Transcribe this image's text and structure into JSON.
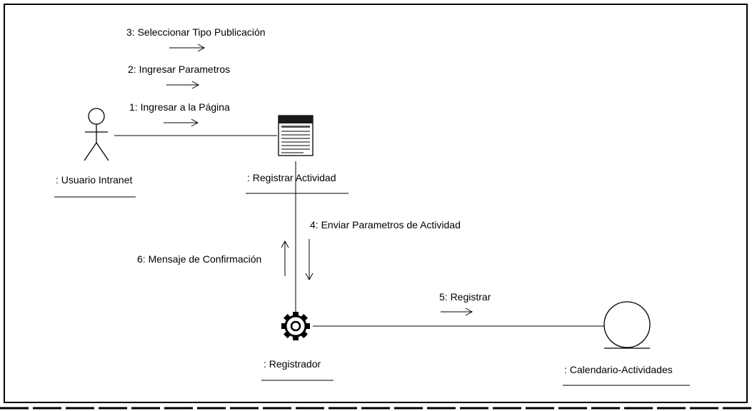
{
  "diagram": {
    "actors": {
      "usuario": {
        "label": ": Usuario Intranet",
        "icon": "stick-figure-actor-icon"
      },
      "registrar": {
        "label": ": Registrar Actividad",
        "icon": "boundary-form-icon"
      },
      "registrador": {
        "label": ": Registrador",
        "icon": "gear-control-icon"
      },
      "calendario": {
        "label": ": Calendario-Actividades",
        "icon": "entity-circle-icon"
      }
    },
    "messages": {
      "m1": "1: Ingresar a la Página",
      "m2": "2: Ingresar Parametros",
      "m3": "3: Seleccionar Tipo Publicación",
      "m4": "4: Enviar Parametros de Actividad",
      "m5": "5: Registrar",
      "m6": "6: Mensaje de Confirmación"
    },
    "colors": {
      "line": "#000000",
      "background": "#ffffff",
      "form_header": "#1a1a1a"
    }
  }
}
